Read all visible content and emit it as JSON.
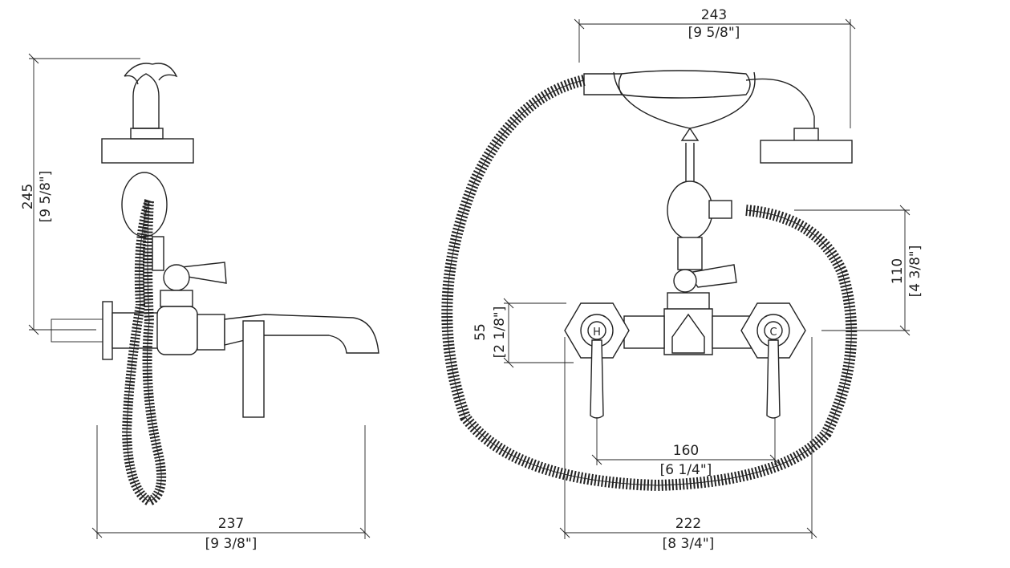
{
  "dimensions": {
    "side_height": {
      "mm": "245",
      "inch": "[9 5/8\"]"
    },
    "side_width": {
      "mm": "237",
      "inch": "[9 3/8\"]"
    },
    "top_width": {
      "mm": "243",
      "inch": "[9 5/8\"]"
    },
    "right_height": {
      "mm": "110",
      "inch": "[4 3/8\"]"
    },
    "left_height": {
      "mm": "55",
      "inch": "[2 1/8\"]"
    },
    "handle_spacing": {
      "mm": "160",
      "inch": "[6 1/4\"]"
    },
    "overall_width": {
      "mm": "222",
      "inch": "[8 3/4\"]"
    }
  },
  "labels": {
    "hot_mark": "H",
    "cold_mark": "C"
  }
}
